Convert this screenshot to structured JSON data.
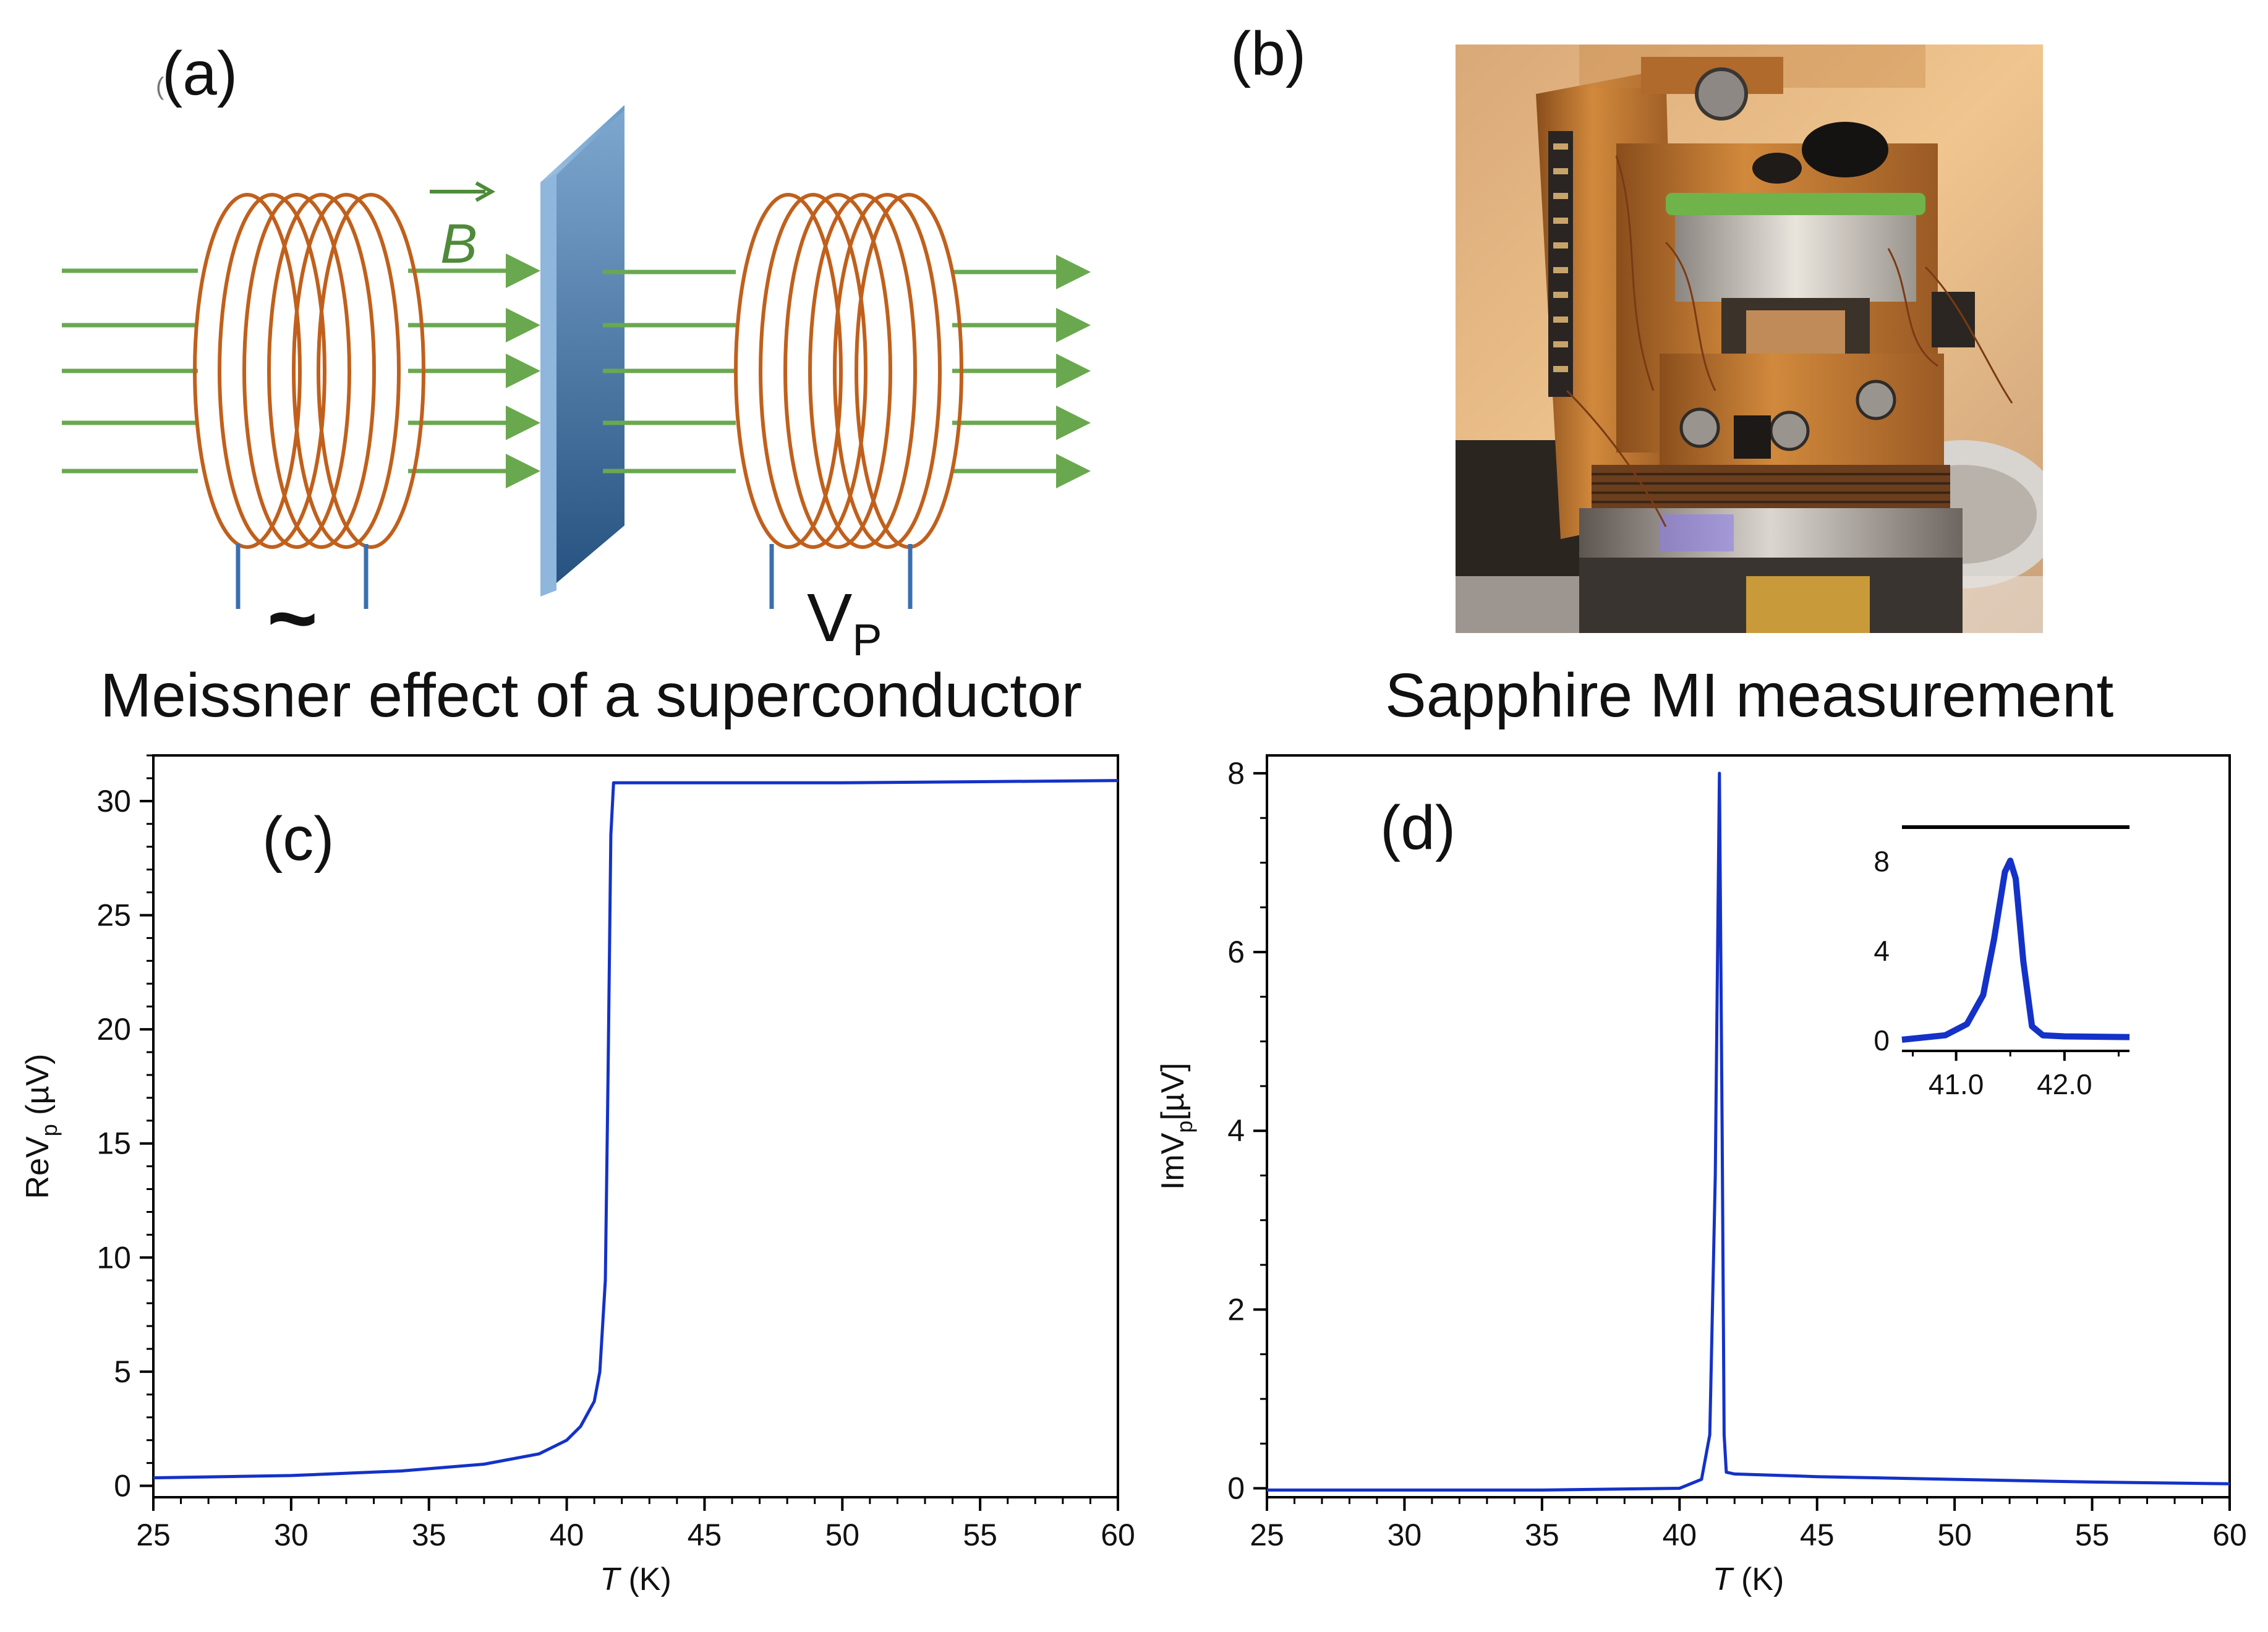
{
  "panels": {
    "a": {
      "label": "(a)",
      "tiny_mark": "(",
      "field_symbol": "B",
      "drive_symbol": "~",
      "pickup_symbol": "V",
      "pickup_subscript": "P",
      "title": "Meissner effect of a superconductor",
      "colors": {
        "field_arrows": "#6aa84f",
        "coil": "#c0601c",
        "plate": "#3d6f9e",
        "leads": "#3a6fb0"
      }
    },
    "b": {
      "label": "(b)",
      "title": "Sapphire MI measurement",
      "photo": "photo of sapphire mutual-inductance probe"
    },
    "c": {
      "label": "(c)"
    },
    "d": {
      "label": "(d)"
    }
  },
  "chart_data": [
    {
      "panel": "c",
      "type": "line",
      "xlabel_italic": "T",
      "xlabel_unit": " (K)",
      "ylabel_main": "ReV",
      "ylabel_sub": "p",
      "ylabel_unit": " (µV)",
      "xlim": [
        25,
        60
      ],
      "ylim": [
        -0.5,
        32
      ],
      "xticks": [
        25,
        30,
        35,
        40,
        45,
        50,
        55,
        60
      ],
      "yticks": [
        0,
        5,
        10,
        15,
        20,
        25,
        30
      ],
      "color": "#1432c8",
      "x": [
        25,
        30,
        34,
        37,
        39,
        40,
        40.5,
        41,
        41.2,
        41.4,
        41.5,
        41.6,
        41.7,
        45,
        50,
        55,
        60
      ],
      "y": [
        0.35,
        0.45,
        0.65,
        0.95,
        1.4,
        2.0,
        2.6,
        3.7,
        5.0,
        9.0,
        18.0,
        28.5,
        30.8,
        30.8,
        30.8,
        30.85,
        30.9
      ]
    },
    {
      "panel": "d",
      "type": "line",
      "xlabel_italic": "T",
      "xlabel_unit": " (K)",
      "ylabel_main": "ImV",
      "ylabel_sub": "p",
      "ylabel_unit": "[µV]",
      "xlim": [
        25,
        60
      ],
      "ylim": [
        -0.1,
        8.2
      ],
      "xticks": [
        25,
        30,
        35,
        40,
        45,
        50,
        55,
        60
      ],
      "yticks": [
        0,
        2,
        4,
        6,
        8
      ],
      "color": "#1432c8",
      "x": [
        25,
        35,
        40,
        40.8,
        41.1,
        41.3,
        41.45,
        41.55,
        41.62,
        41.7,
        42,
        45,
        50,
        55,
        60
      ],
      "y": [
        -0.02,
        -0.02,
        0.0,
        0.1,
        0.6,
        3.5,
        8.0,
        4.0,
        0.6,
        0.18,
        0.16,
        0.13,
        0.1,
        0.07,
        0.05
      ],
      "inset": {
        "type": "line",
        "xlim": [
          40.5,
          42.6
        ],
        "ylim": [
          -0.5,
          9.5
        ],
        "xticks": [
          41.0,
          42.0
        ],
        "xtick_labels": [
          "41.0",
          "42.0"
        ],
        "yticks": [
          0,
          4,
          8
        ],
        "x": [
          40.5,
          40.9,
          41.1,
          41.25,
          41.35,
          41.45,
          41.5,
          41.55,
          41.62,
          41.7,
          41.8,
          42.0,
          42.6
        ],
        "y": [
          0.0,
          0.2,
          0.7,
          2.0,
          4.5,
          7.5,
          8.0,
          7.2,
          3.5,
          0.6,
          0.2,
          0.15,
          0.12
        ]
      }
    }
  ]
}
